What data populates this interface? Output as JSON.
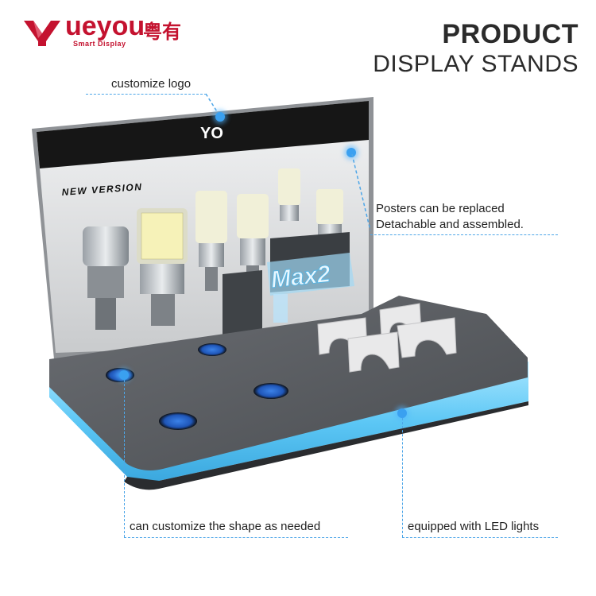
{
  "brand": {
    "wordmark": "ueyou",
    "chinese": "粤有",
    "tagline": "Smart Display",
    "color": "#c4122f"
  },
  "heading": {
    "line1": "PRODUCT",
    "line2": "DISPLAY STANDS"
  },
  "poster": {
    "logo_text": "YO",
    "banner_text": "NEW VERSION",
    "acrylic_sign": "Max2"
  },
  "annotations": {
    "logo": "customize logo",
    "poster_line1": "Posters can be replaced",
    "poster_line2": "Detachable and assembled.",
    "shape": "can customize the shape as needed",
    "led": "equipped with LED lights"
  },
  "colors": {
    "accent": "#4da6e8",
    "led_glow": "#7fd4ff",
    "base_top": "#5a5d61"
  }
}
